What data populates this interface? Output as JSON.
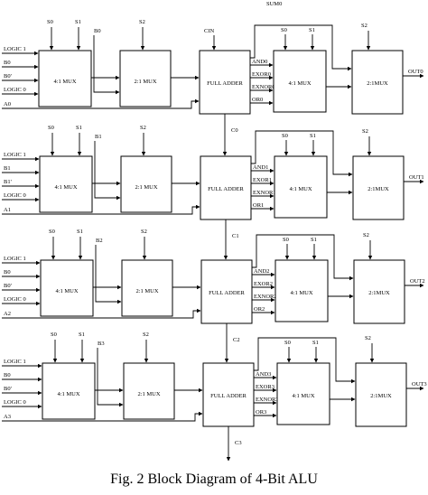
{
  "stages": [
    {
      "inputs": [
        "LOGIC 1",
        "B0",
        "B0'",
        "LOGIC 0",
        "A0"
      ],
      "sel_a": "S0",
      "sel_b": "S1",
      "b_tap": "B0",
      "mux2_sel": "S2",
      "mux4": "4:1 MUX",
      "mux2": "2:1 MUX",
      "adder": "FULL ADDER",
      "carry_in": "CIN",
      "sum": "SUM0",
      "logic": [
        "AND0",
        "EXOR0",
        "EXNOR0",
        "OR0"
      ],
      "out_mux4": "4:1 MUX",
      "out_sel_a": "S0",
      "out_sel_b": "S1",
      "out_mux2": "2:1MUX",
      "out_mux2_sel": "S2",
      "out": "OUT0",
      "carry_out": "C0"
    },
    {
      "inputs": [
        "LOGIC 1",
        "B1",
        "B1'",
        "LOGIC 0",
        "A1"
      ],
      "sel_a": "S0",
      "sel_b": "S1",
      "b_tap": "B1",
      "mux2_sel": "S2",
      "mux4": "4:1 MUX",
      "mux2": "2:1 MUX",
      "adder": "FULL ADDER",
      "carry_in": "",
      "sum": "",
      "logic": [
        "AND1",
        "EXOR1",
        "EXNOR1",
        "OR1"
      ],
      "out_mux4": "4:1 MUX",
      "out_sel_a": "S0",
      "out_sel_b": "S1",
      "out_mux2": "2:1MUX",
      "out_mux2_sel": "S2",
      "out": "OUT1",
      "carry_out": "C1"
    },
    {
      "inputs": [
        "LOGIC 1",
        "B0",
        "B0'",
        "LOGIC 0",
        "A2"
      ],
      "sel_a": "S0",
      "sel_b": "S1",
      "b_tap": "B2",
      "mux2_sel": "S2",
      "mux4": "4:1 MUX",
      "mux2": "2:1 MUX",
      "adder": "FULL ADDER",
      "carry_in": "",
      "sum": "",
      "logic": [
        "AND2",
        "EXOR2",
        "EXNOR2",
        "OR2"
      ],
      "out_mux4": "4:1 MUX",
      "out_sel_a": "S0",
      "out_sel_b": "S1",
      "out_mux2": "2:1MUX",
      "out_mux2_sel": "S2",
      "out": "OUT2",
      "carry_out": "C2"
    },
    {
      "inputs": [
        "LOGIC 1",
        "B0",
        "B0'",
        "LOGIC 0",
        "A3"
      ],
      "sel_a": "S0",
      "sel_b": "S1",
      "b_tap": "B3",
      "mux2_sel": "S2",
      "mux4": "4:1 MUX",
      "mux2": "2:1 MUX",
      "adder": "FULL ADDER",
      "carry_in": "",
      "sum": "",
      "logic": [
        "AND3",
        "EXOR3",
        "EXNOR3",
        "OR3"
      ],
      "out_mux4": "4:1 MUX",
      "out_sel_a": "S0",
      "out_sel_b": "S1",
      "out_mux2": "2:1MUX",
      "out_mux2_sel": "S2",
      "out": "OUT3",
      "carry_out": "C3"
    }
  ],
  "caption": "Fig. 2 Block Diagram of 4-Bit ALU"
}
